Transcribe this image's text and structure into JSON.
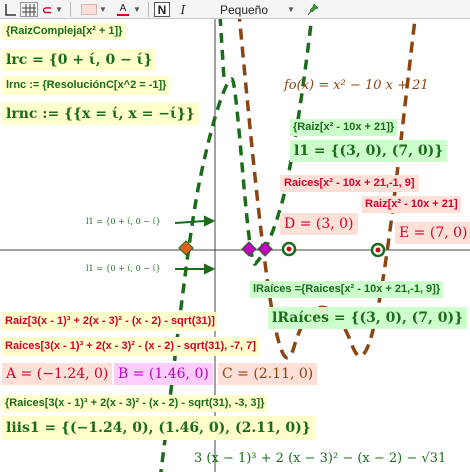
{
  "toolbar": {
    "font_size": "Pequeño",
    "bold": "N",
    "italic": "I",
    "color_letter": "A",
    "icons": [
      "axes-style-icon",
      "grid-style-icon",
      "magnet-icon",
      "chevron-down-icon",
      "fill-color-icon",
      "text-color-icon",
      "bold-icon",
      "italic-icon",
      "pin-icon"
    ]
  },
  "colors": {
    "dark_green": "#1b6b1b",
    "brown": "#8b4513",
    "red": "#d4002a",
    "magenta": "#c000c0",
    "yellow_bg": "#ffffcc",
    "green_bg": "#ccffcc",
    "pink_bg": "#ffe0d8"
  },
  "labels": {
    "raiz_compleja_cmd": "{RaizCompleja[x² + 1]}",
    "lrc": "lrc = {0 + ί, 0 − ί}",
    "lrnc_cmd": "lrnc := {ResoluciónC[x^2 = -1]}",
    "lrnc_val": "lrnc := {{x = ί, x = −ί}}",
    "fo": "fo(x) = x² − 10 x + 21",
    "raiz_cmd": "{Raiz[x² - 10x + 21]}",
    "l1": "l1 = {(3, 0), (7, 0)}",
    "raices_cmd": "Raices[x² - 10x + 21,-1, 9]",
    "raiz_cmd2": "Raiz[x² - 10x + 21]",
    "point_d": "D = (3, 0)",
    "point_e": "E = (7, 0)",
    "arrow_lbl1": "l1 = {0 + ί, 0 − ί}",
    "arrow_lbl2": "l1 = {0 + ί, 0 − ί}",
    "lraices_cmd": "lRaíces ={Raices[x² - 10x + 21,-1, 9]}",
    "lraices_val": "lRaíces = {(3, 0), (7, 0)}",
    "raiz_cubic_cmd": "Raiz[3(x - 1)³ + 2(x - 3)² - (x - 2) - sqrt(31)]",
    "raices_cubic_cmd": "Raices[3(x - 1)³ + 2(x - 3)² - (x - 2) - sqrt(31), -7, 7]",
    "point_a": "A = (−1.24, 0)",
    "point_b": "B = (1.46, 0)",
    "point_c": "C = (2.11, 0)",
    "raices_cubic_cmd2": "{Raices[3(x - 1)³ + 2(x - 3)² - (x - 2) - sqrt(31), -3, 3]}",
    "liis1": "liis1 = {(−1.24, 0), (1.46, 0), (2.11, 0)}",
    "cubic_fn": "3 (x − 1)³ + 2 (x − 3)² − (x − 2) − √31"
  }
}
